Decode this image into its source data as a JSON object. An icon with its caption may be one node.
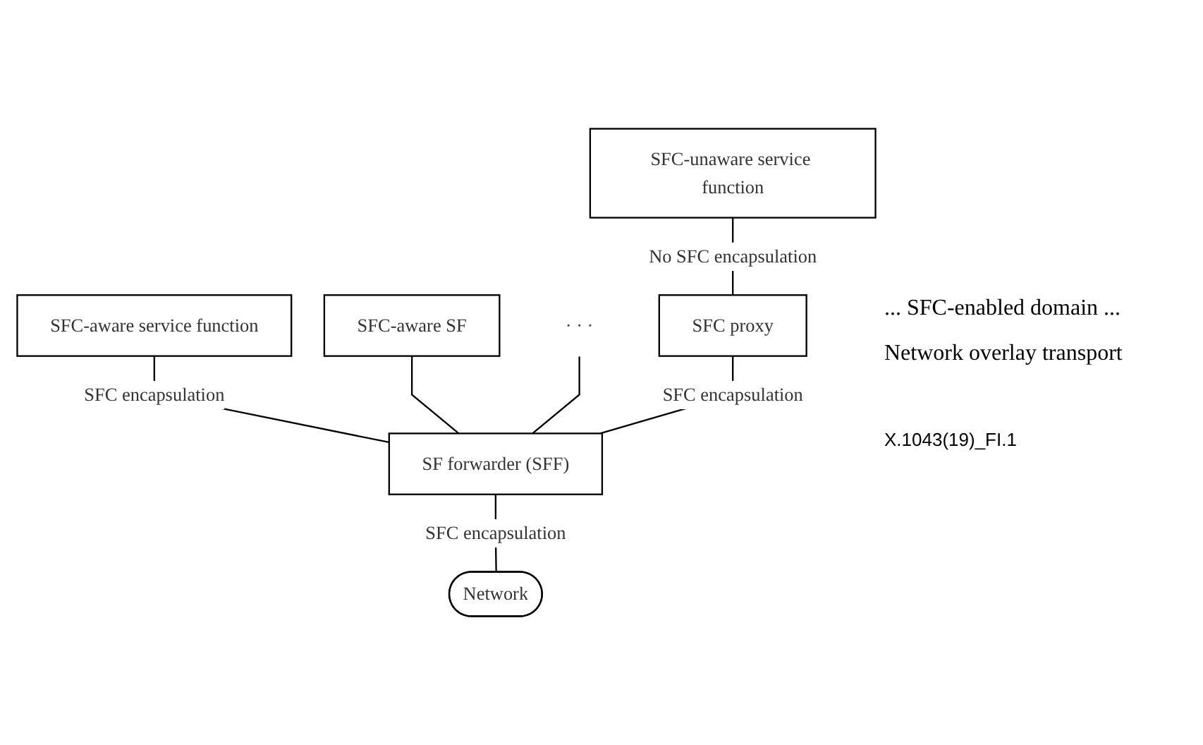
{
  "diagram": {
    "nodes": [
      {
        "text": [
          "SFC-aware service function"
        ]
      },
      {
        "text": [
          "SFC-unaware service function"
        ]
      },
      {
        "text": [
          "SFC-aware SF"
        ]
      },
      {
        "text": [
          "· · ·"
        ]
      },
      {
        "text": [
          "SFC proxy"
        ]
      },
      {
        "text": [
          "SF forwarder (SFF)"
        ]
      },
      {
        "text": [
          "Network"
        ]
      }
    ],
    "edges": [
      {
        "from": 0,
        "to": 5,
        "arrow": "none",
        "label": "SFC encapsulation"
      },
      {
        "from": 2,
        "to": 5,
        "arrow": "none"
      },
      {
        "from": 3,
        "to": 5,
        "arrow": "none"
      },
      {
        "from": 4,
        "to": 5,
        "arrow": "none",
        "label": "SFC encapsulation"
      },
      {
        "from": 1,
        "to": 4,
        "arrow": "none",
        "label": "No SFC encapsulation"
      },
      {
        "from": 5,
        "to": 6,
        "arrow": "none",
        "label": "SFC encapsulation"
      }
    ],
    "labels": [
      "... SFC-enabled domain ...",
      "Network overlay transport",
      "X.1043(19)_FI.1"
    ]
  }
}
